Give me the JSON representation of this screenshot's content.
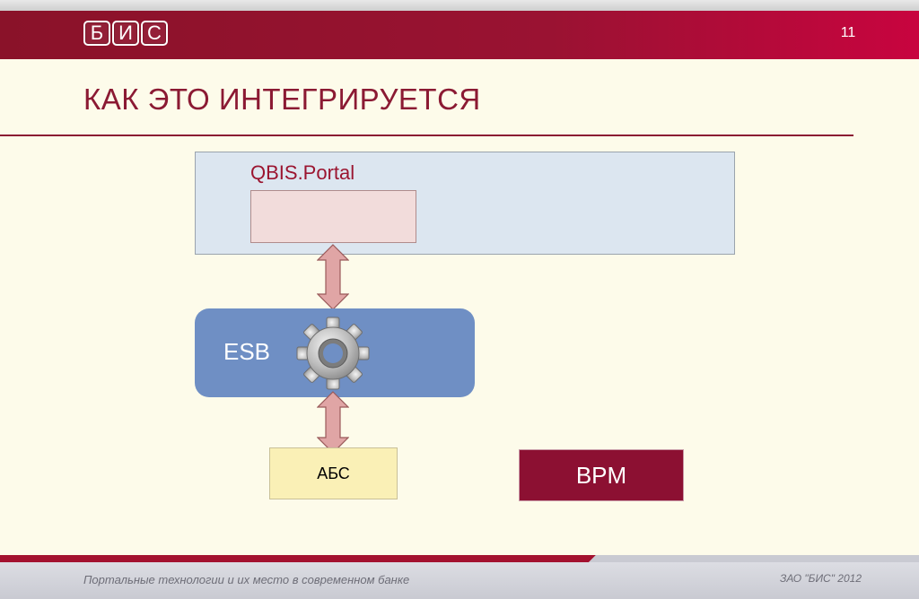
{
  "header": {
    "logo_letters": [
      "Б",
      "И",
      "С"
    ],
    "slide_number": "11"
  },
  "title": "КАК ЭТО ИНТЕГРИРУЕТСЯ",
  "diagram": {
    "portal_label": "QBIS.Portal",
    "esb_label": "ESB",
    "abs_label": "АБС",
    "bpm_label": "BPM"
  },
  "footer": {
    "left": "Портальные технологии и их место в современном банке",
    "right": "ЗАО \"БИС\" 2012"
  },
  "colors": {
    "brand": "#8b1a33",
    "esb": "#6f8fc4",
    "portal": "#dce6f0",
    "abs": "#faf0b6",
    "bpm": "#8c1032",
    "arrow": "#e0a5a5"
  }
}
